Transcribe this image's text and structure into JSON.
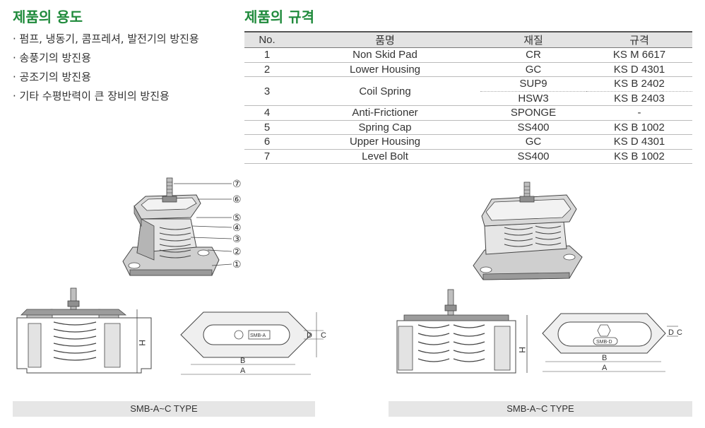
{
  "usage": {
    "title": "제품의 용도",
    "items": [
      "· 펌프, 냉동기, 콤프레셔, 발전기의 방진용",
      "· 송풍기의 방진용",
      "· 공조기의 방진용",
      "· 기타 수평반력이 큰 장비의 방진용"
    ]
  },
  "spec": {
    "title": "제품의 규격",
    "headers": [
      "No.",
      "품명",
      "재질",
      "규격"
    ],
    "rows": [
      {
        "no": "1",
        "name": "Non Skid Pad",
        "material": "CR",
        "standard": "KS M 6617"
      },
      {
        "no": "2",
        "name": "Lower Housing",
        "material": "GC",
        "standard": "KS D 4301"
      },
      {
        "no": "3",
        "name": "Coil Spring",
        "material": "SUP9",
        "standard": "KS B 2402",
        "material2": "HSW3",
        "standard2": "KS B 2403"
      },
      {
        "no": "4",
        "name": "Anti-Frictioner",
        "material": "SPONGE",
        "standard": "-"
      },
      {
        "no": "5",
        "name": "Spring Cap",
        "material": "SS400",
        "standard": "KS B 1002"
      },
      {
        "no": "6",
        "name": "Upper Housing",
        "material": "GC",
        "standard": "KS D 4301"
      },
      {
        "no": "7",
        "name": "Level Bolt",
        "material": "SS400",
        "standard": "KS B 1002"
      }
    ]
  },
  "callouts": [
    "⑦",
    "⑥",
    "⑤",
    "④",
    "③",
    "②",
    "①"
  ],
  "drawing_labels": {
    "height": "H",
    "width_b": "B",
    "width_a": "A",
    "depth_c": "C",
    "depth_d": "D",
    "plate_left": "SMB-A",
    "plate_right": "SMB-D",
    "brand_mark": "SMB-A"
  },
  "captions": [
    "SMB-A~C TYPE",
    "SMB-A~C TYPE"
  ]
}
